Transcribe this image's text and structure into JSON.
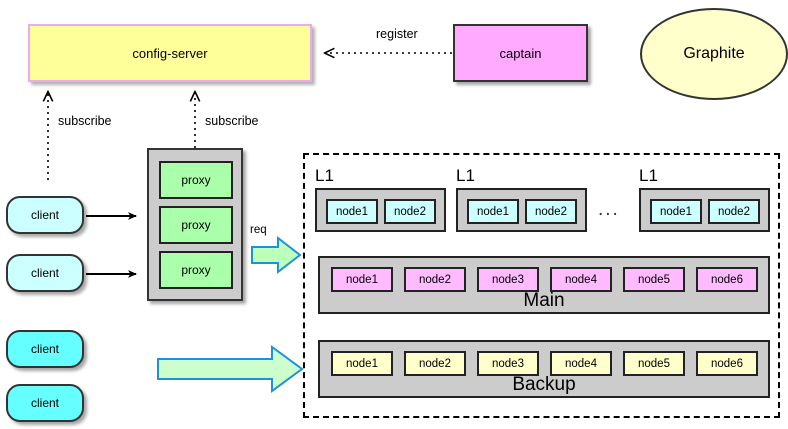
{
  "diagram": {
    "title": "service-architecture-diagram",
    "colors": {
      "config_server_fill": "#ffff99",
      "config_server_border": "#eeaaee",
      "captain_fill": "#ffaaff",
      "graphite_fill": "#ffffcc",
      "client_light_fill": "#ccffff",
      "client_bright_fill": "#66ffff",
      "proxy_fill": "#aaffaa",
      "group_fill": "#cccccc",
      "node_cyan_fill": "#ccffff",
      "node_pink_fill": "#ffbbff",
      "node_yellow_fill": "#ffffcc",
      "arrow_green_fill": "#bbffbb",
      "arrow_blue_stroke": "#1e90e0",
      "background": "#ffffff"
    }
  },
  "nodes": {
    "config_server": {
      "label": "config-server"
    },
    "captain": {
      "label": "captain"
    },
    "graphite": {
      "label": "Graphite"
    },
    "proxy_group": {
      "items": [
        {
          "label": "proxy"
        },
        {
          "label": "proxy"
        },
        {
          "label": "proxy"
        }
      ]
    },
    "clients": [
      {
        "label": "client",
        "variant": "light"
      },
      {
        "label": "client",
        "variant": "light"
      },
      {
        "label": "client",
        "variant": "bright"
      },
      {
        "label": "client",
        "variant": "bright"
      }
    ]
  },
  "edges": {
    "register": {
      "label": "register"
    },
    "subscribe_left": {
      "label": "subscribe"
    },
    "subscribe_right": {
      "label": "subscribe"
    },
    "req": {
      "label": "req"
    }
  },
  "cluster": {
    "l1_groups": [
      {
        "label": "L1",
        "nodes": [
          {
            "label": "node1"
          },
          {
            "label": "node2"
          }
        ]
      },
      {
        "label": "L1",
        "nodes": [
          {
            "label": "node1"
          },
          {
            "label": "node2"
          }
        ]
      },
      {
        "label": "L1",
        "nodes": [
          {
            "label": "node1"
          },
          {
            "label": "node2"
          }
        ]
      }
    ],
    "ellipsis": "...",
    "main": {
      "label": "Main",
      "nodes": [
        {
          "label": "node1"
        },
        {
          "label": "node2"
        },
        {
          "label": "node3"
        },
        {
          "label": "node4"
        },
        {
          "label": "node5"
        },
        {
          "label": "node6"
        }
      ]
    },
    "backup": {
      "label": "Backup",
      "nodes": [
        {
          "label": "node1"
        },
        {
          "label": "node2"
        },
        {
          "label": "node3"
        },
        {
          "label": "node4"
        },
        {
          "label": "node5"
        },
        {
          "label": "node6"
        }
      ]
    }
  }
}
